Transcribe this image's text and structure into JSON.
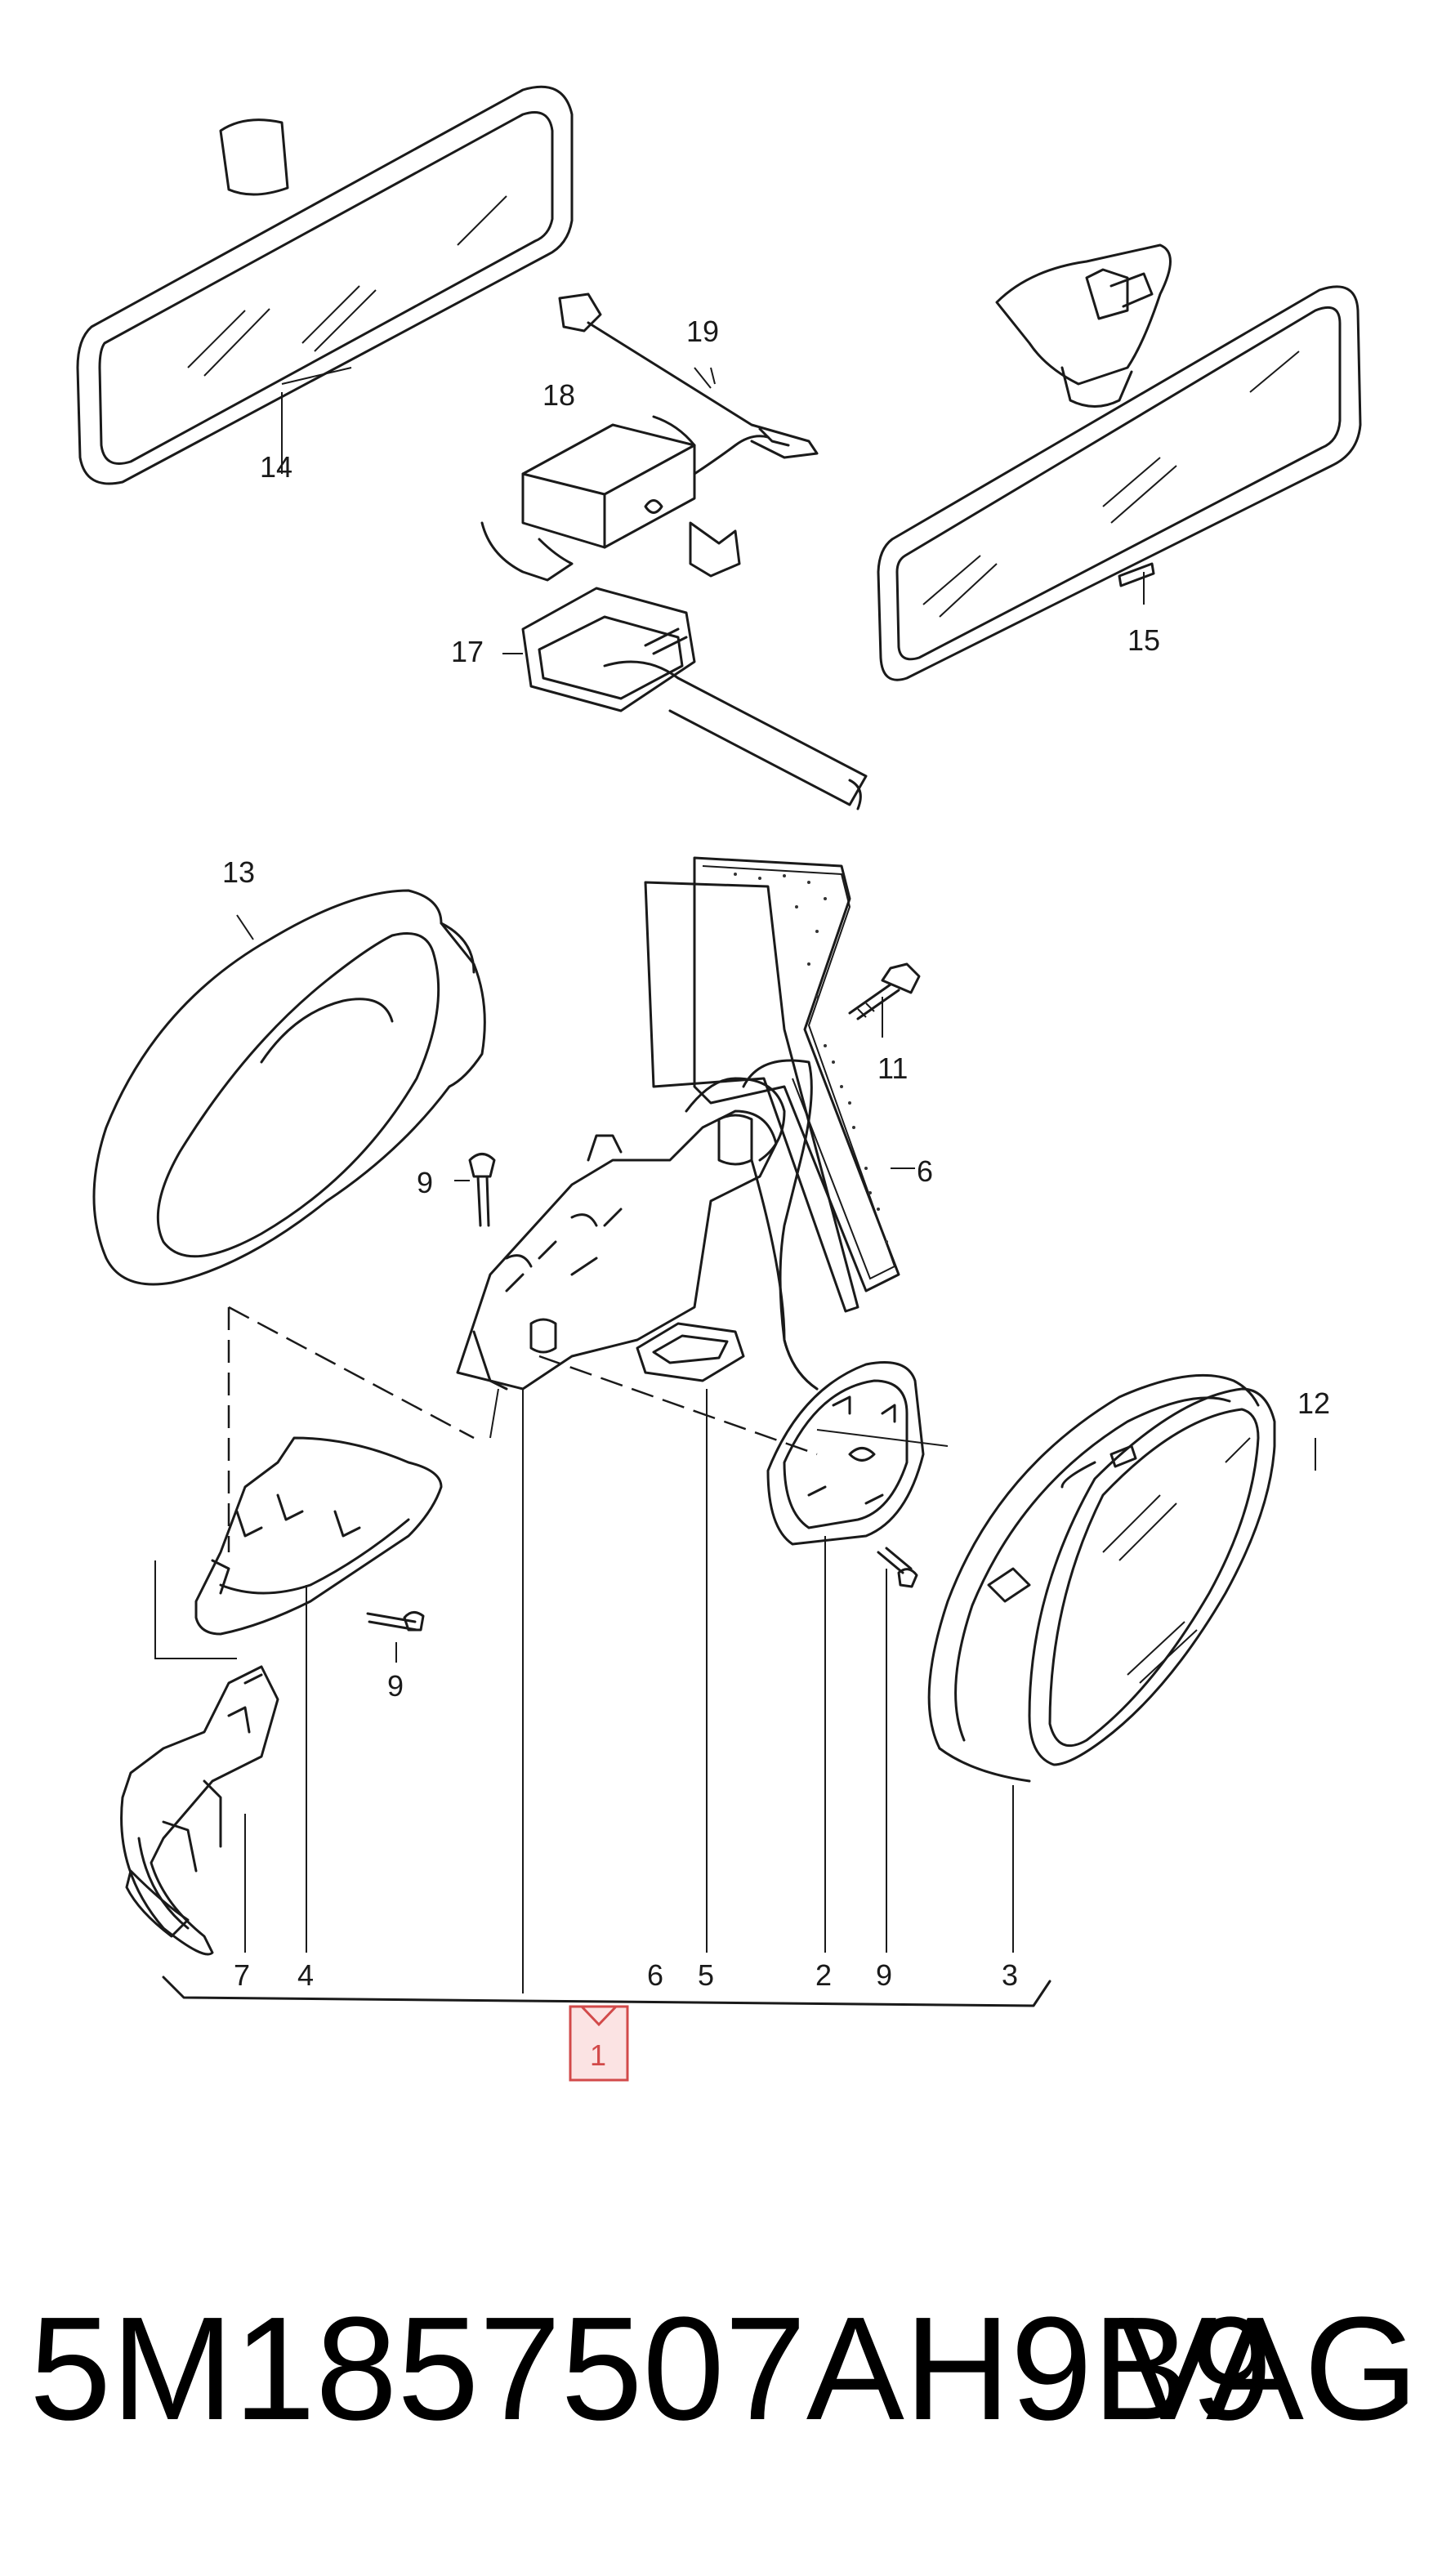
{
  "callouts": {
    "c14": "14",
    "c19": "19",
    "c18": "18",
    "c15": "15",
    "c17": "17",
    "c13": "13",
    "c11": "11",
    "c6a": "6",
    "c9a": "9",
    "c12": "12",
    "c9b": "9",
    "c7": "7",
    "c4": "4",
    "c6b": "6",
    "c5": "5",
    "c2": "2",
    "c9c": "9",
    "c3": "3",
    "c1": "1"
  },
  "footer": {
    "part_number": "5M1857507AH9B9",
    "brand": "VAG"
  },
  "colors": {
    "line": "#1a1a1a",
    "highlight_box": "#d24a4a",
    "highlight_fill": "#fbe3e3"
  }
}
